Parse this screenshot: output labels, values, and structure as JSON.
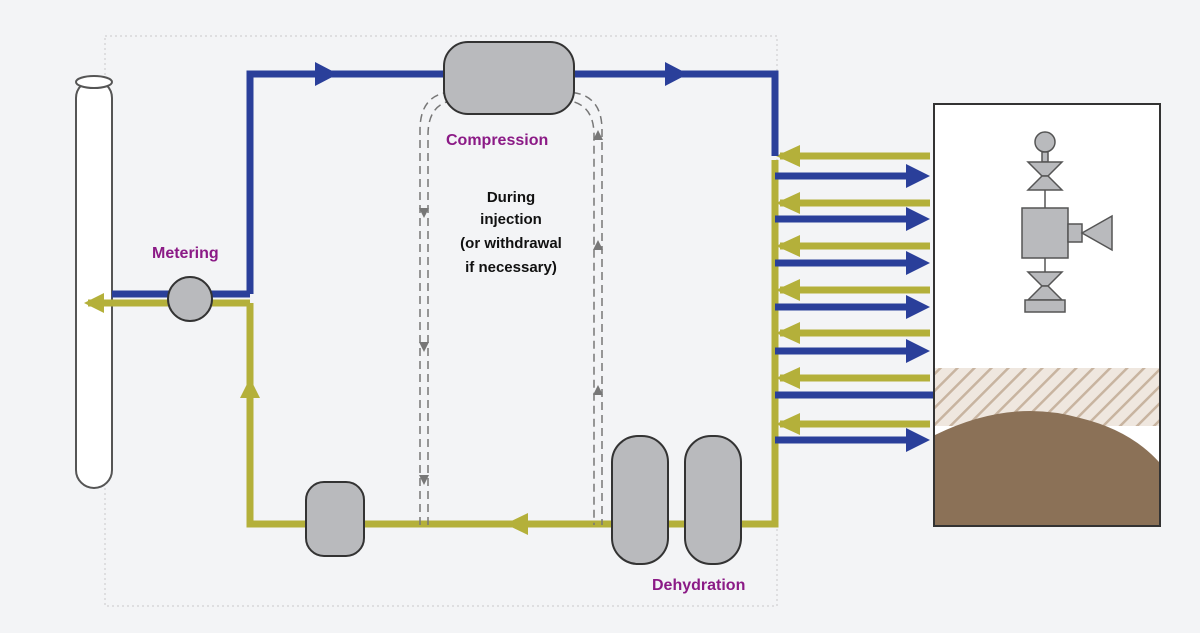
{
  "labels": {
    "compression": "Compression",
    "metering": "Metering",
    "dehydration": "Dehydration",
    "note_line1": "During",
    "note_line2": "injection",
    "note_line3": "(or withdrawal",
    "note_line4": "if necessary)"
  },
  "colors": {
    "injection_flow": "#2a3f9a",
    "withdrawal_flow": "#b4b03a",
    "label_accent": "#8b1a86",
    "vessel_fill": "#b9babd",
    "soil": "#8b7157"
  }
}
